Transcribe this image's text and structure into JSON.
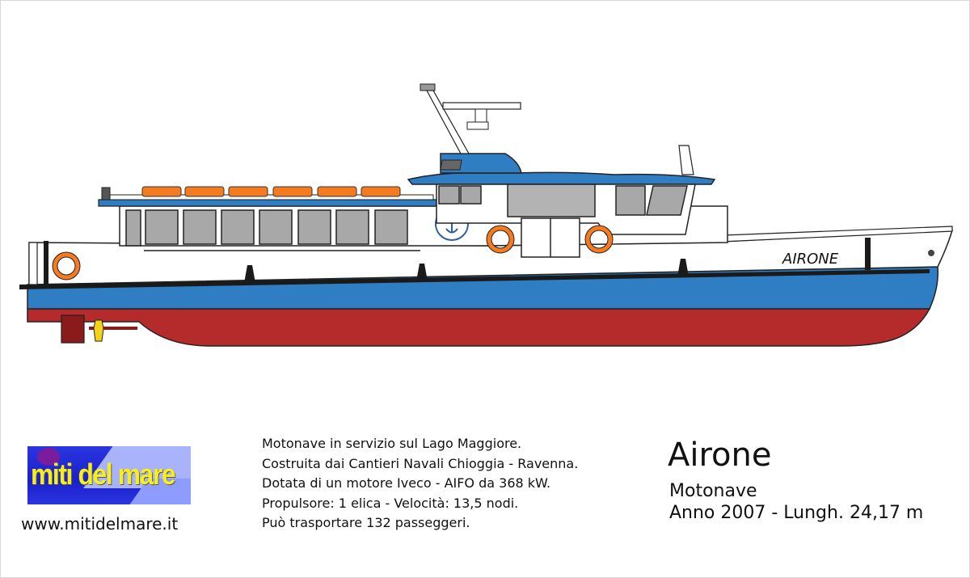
{
  "ship": {
    "hull_name": "AIRONE",
    "colors": {
      "hull_blue": "#2f7ec4",
      "hull_red": "#b52a2a",
      "superstructure": "#ffffff",
      "lifeboats": "#f47b20",
      "windows": "#a8a8a8",
      "rudder": "#8b1a1a",
      "propeller": "#f2d21b"
    }
  },
  "logo": {
    "text": "miti del mare",
    "url": "www.mitidelmare.it"
  },
  "description": {
    "lines": [
      "Motonave in servizio sul Lago Maggiore.",
      "Costruita dai Cantieri Navali Chioggia - Ravenna.",
      "Dotata di un motore Iveco - AIFO da 368 kW.",
      "Propulsore: 1 elica - Velocità: 13,5 nodi.",
      "Può trasportare 132 passeggeri."
    ]
  },
  "info": {
    "title": "Airone",
    "type": "Motonave",
    "year_length": "Anno 2007 - Lungh. 24,17 m"
  }
}
